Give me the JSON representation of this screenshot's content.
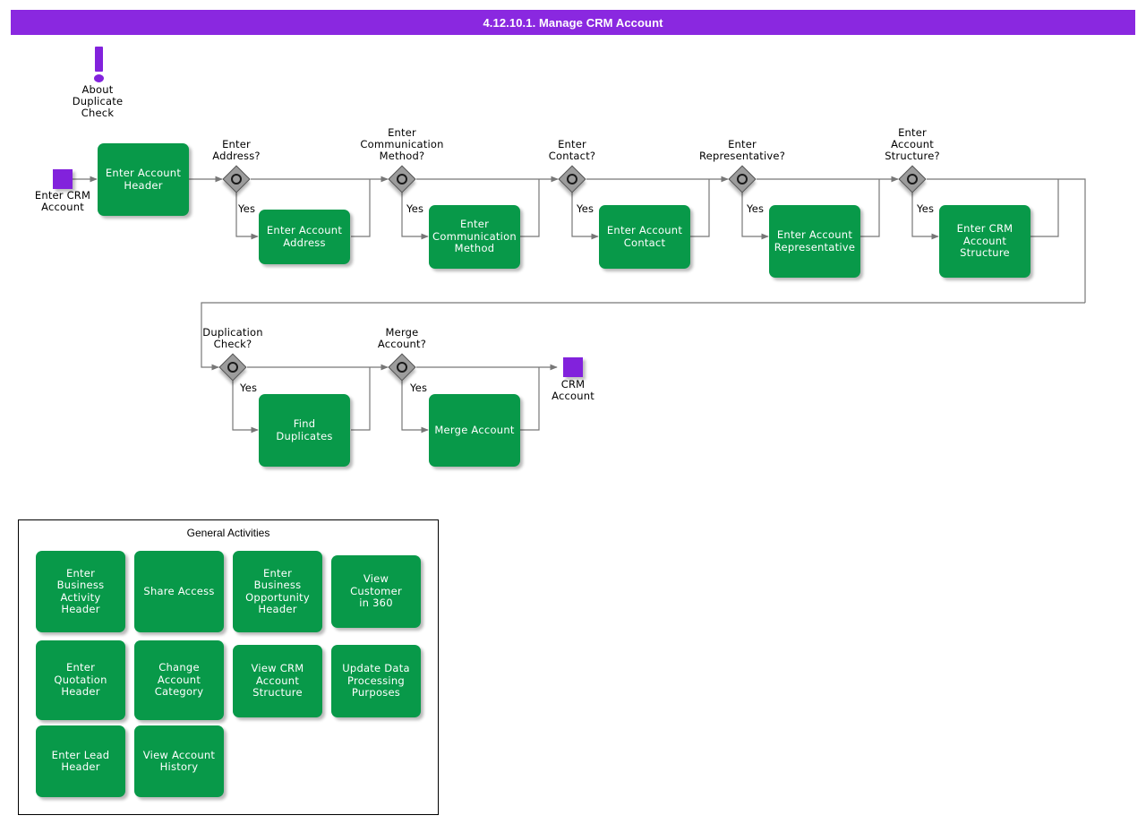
{
  "header": {
    "title": "4.12.10.1. Manage CRM Account",
    "bar_color": "#8A28E0"
  },
  "theme": {
    "task_color": "#089949",
    "event_color": "#8222DC",
    "gateway_color": "#9c9c9c",
    "connector_color": "#777777",
    "text_on_task": "#ffffff"
  },
  "annotation": {
    "icon": "exclamation-icon",
    "label": "About\nDuplicate\nCheck"
  },
  "events": {
    "start": {
      "name": "start-event",
      "label": "Enter CRM\nAccount"
    },
    "end": {
      "name": "end-event",
      "label": "CRM\nAccount"
    }
  },
  "gateways": [
    {
      "id": "enter-address",
      "label": "Enter\nAddress?",
      "branch_label": "Yes"
    },
    {
      "id": "enter-communication-method",
      "label": "Enter\nCommunication\nMethod?",
      "branch_label": "Yes"
    },
    {
      "id": "enter-contact",
      "label": "Enter\nContact?",
      "branch_label": "Yes"
    },
    {
      "id": "enter-representative",
      "label": "Enter\nRepresentative?",
      "branch_label": "Yes"
    },
    {
      "id": "enter-account-structure",
      "label": "Enter\nAccount\nStructure?",
      "branch_label": "Yes"
    },
    {
      "id": "duplication-check",
      "label": "Duplication\nCheck?",
      "branch_label": "Yes"
    },
    {
      "id": "merge-account",
      "label": "Merge\nAccount?",
      "branch_label": "Yes"
    }
  ],
  "tasks": [
    {
      "id": "enter-account-header",
      "label": "Enter Account\nHeader"
    },
    {
      "id": "enter-account-address",
      "label": "Enter Account\nAddress"
    },
    {
      "id": "enter-communication-method",
      "label": "Enter\nCommunication\nMethod"
    },
    {
      "id": "enter-account-contact",
      "label": "Enter Account\nContact"
    },
    {
      "id": "enter-account-representative",
      "label": "Enter Account\nRepresentative"
    },
    {
      "id": "enter-crm-account-structure",
      "label": "Enter CRM\nAccount\nStructure"
    },
    {
      "id": "find-duplicates",
      "label": "Find Duplicates"
    },
    {
      "id": "merge-account",
      "label": "Merge Account"
    }
  ],
  "general_activities": {
    "title": "General Activities",
    "items": [
      {
        "id": "enter-business-activity-header",
        "label": "Enter Business\nActivity Header"
      },
      {
        "id": "share-access",
        "label": "Share Access"
      },
      {
        "id": "enter-business-opportunity-header",
        "label": "Enter Business\nOpportunity\nHeader"
      },
      {
        "id": "view-customer-in-360",
        "label": "View Customer\nin 360"
      },
      {
        "id": "enter-quotation-header",
        "label": "Enter Quotation\nHeader"
      },
      {
        "id": "change-account-category",
        "label": "Change Account\nCategory"
      },
      {
        "id": "view-crm-account-structure",
        "label": "View CRM\nAccount\nStructure"
      },
      {
        "id": "update-data-processing-purposes",
        "label": "Update Data\nProcessing\nPurposes"
      },
      {
        "id": "enter-lead-header",
        "label": "Enter Lead\nHeader"
      },
      {
        "id": "view-account-history",
        "label": "View Account\nHistory"
      }
    ]
  }
}
